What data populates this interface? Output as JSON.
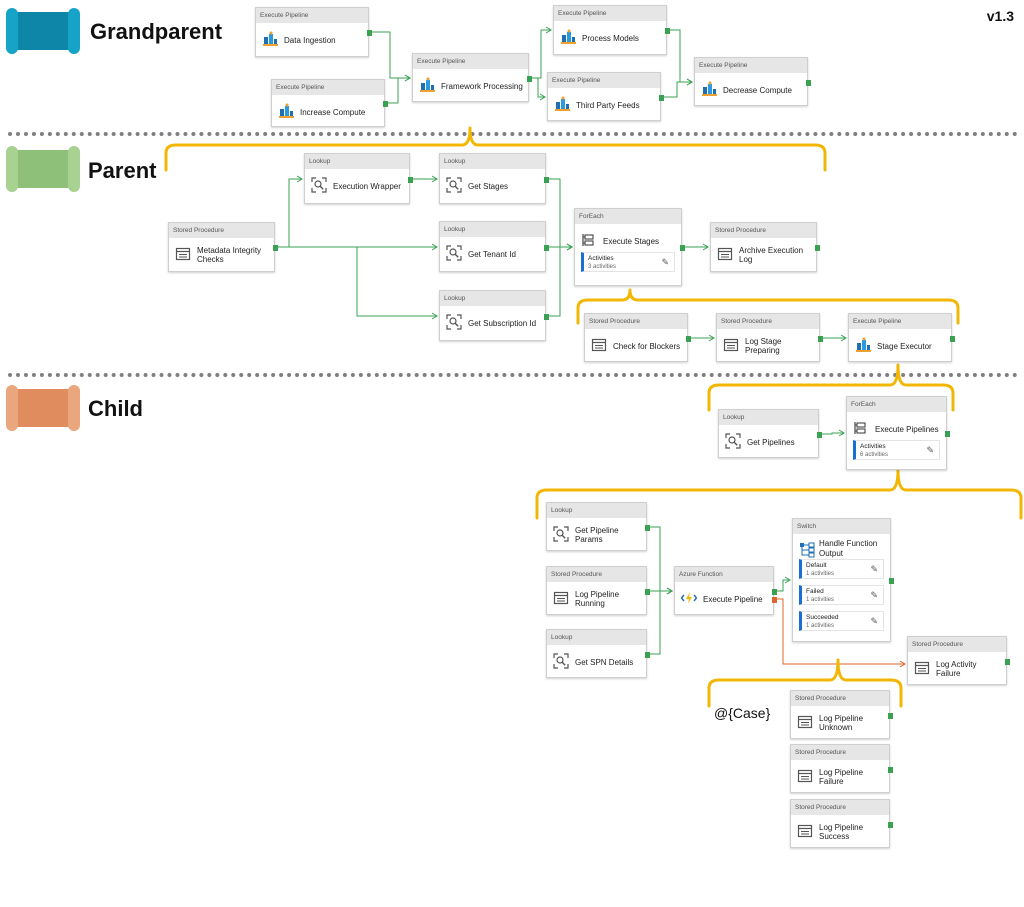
{
  "version": "v1.3",
  "levels": {
    "grandparent": "Grandparent",
    "parent": "Parent",
    "child": "Child"
  },
  "colors": {
    "grandparent": "#0e86a8",
    "parent": "#8fc07a",
    "child": "#e08c5e",
    "brace": "#f2b705",
    "edge": "#3aa153",
    "fail_edge": "#e0652a"
  },
  "case_label": "@{Case}",
  "activities": [
    {
      "id": "data-ingestion",
      "type": "Execute Pipeline",
      "name": "Data Ingestion",
      "icon": "pipeline-icon"
    },
    {
      "id": "increase-compute",
      "type": "Execute Pipeline",
      "name": "Increase Compute",
      "icon": "pipeline-icon"
    },
    {
      "id": "framework-processing",
      "type": "Execute Pipeline",
      "name": "Framework Processing",
      "icon": "pipeline-icon"
    },
    {
      "id": "process-models",
      "type": "Execute Pipeline",
      "name": "Process Models",
      "icon": "pipeline-icon"
    },
    {
      "id": "third-party-feeds",
      "type": "Execute Pipeline",
      "name": "Third Party Feeds",
      "icon": "pipeline-icon"
    },
    {
      "id": "decrease-compute",
      "type": "Execute Pipeline",
      "name": "Decrease Compute",
      "icon": "pipeline-icon"
    },
    {
      "id": "metadata-integrity-checks",
      "type": "Stored Procedure",
      "name": "Metadata Integrity Checks",
      "icon": "stored-procedure-icon"
    },
    {
      "id": "execution-wrapper",
      "type": "Lookup",
      "name": "Execution Wrapper",
      "icon": "lookup-icon"
    },
    {
      "id": "get-stages",
      "type": "Lookup",
      "name": "Get Stages",
      "icon": "lookup-icon"
    },
    {
      "id": "get-tenant-id",
      "type": "Lookup",
      "name": "Get Tenant Id",
      "icon": "lookup-icon"
    },
    {
      "id": "get-subscription-id",
      "type": "Lookup",
      "name": "Get Subscription Id",
      "icon": "lookup-icon"
    },
    {
      "id": "execute-stages",
      "type": "ForEach",
      "name": "Execute Stages",
      "icon": "foreach-icon",
      "sub": [
        {
          "title": "Activities",
          "count": "3 activities"
        }
      ]
    },
    {
      "id": "archive-execution-log",
      "type": "Stored Procedure",
      "name": "Archive Execution Log",
      "icon": "stored-procedure-icon"
    },
    {
      "id": "check-for-blockers",
      "type": "Stored Procedure",
      "name": "Check for Blockers",
      "icon": "stored-procedure-icon"
    },
    {
      "id": "log-stage-preparing",
      "type": "Stored Procedure",
      "name": "Log Stage Preparing",
      "icon": "stored-procedure-icon"
    },
    {
      "id": "stage-executor",
      "type": "Execute Pipeline",
      "name": "Stage Executor",
      "icon": "pipeline-icon"
    },
    {
      "id": "get-pipelines",
      "type": "Lookup",
      "name": "Get Pipelines",
      "icon": "lookup-icon"
    },
    {
      "id": "execute-pipelines",
      "type": "ForEach",
      "name": "Execute Pipelines",
      "icon": "foreach-icon",
      "sub": [
        {
          "title": "Activities",
          "count": "6 activities"
        }
      ]
    },
    {
      "id": "get-pipeline-params",
      "type": "Lookup",
      "name": "Get Pipeline Params",
      "icon": "lookup-icon"
    },
    {
      "id": "log-pipeline-running",
      "type": "Stored Procedure",
      "name": "Log Pipeline Running",
      "icon": "stored-procedure-icon"
    },
    {
      "id": "get-spn-details",
      "type": "Lookup",
      "name": "Get SPN Details",
      "icon": "lookup-icon"
    },
    {
      "id": "execute-pipeline",
      "type": "Azure Function",
      "name": "Execute Pipeline",
      "icon": "azure-function-icon"
    },
    {
      "id": "handle-function-output",
      "type": "Switch",
      "name": "Handle Function Output",
      "icon": "switch-icon",
      "sub": [
        {
          "title": "Default",
          "count": "1 activities"
        },
        {
          "title": "Failed",
          "count": "1 activities"
        },
        {
          "title": "Succeeded",
          "count": "1 activities"
        }
      ]
    },
    {
      "id": "log-activity-failure",
      "type": "Stored Procedure",
      "name": "Log Activity Failure",
      "icon": "stored-procedure-icon"
    },
    {
      "id": "log-pipeline-unknown",
      "type": "Stored Procedure",
      "name": "Log Pipeline Unknown",
      "icon": "stored-procedure-icon"
    },
    {
      "id": "log-pipeline-failure",
      "type": "Stored Procedure",
      "name": "Log Pipeline Failure",
      "icon": "stored-procedure-icon"
    },
    {
      "id": "log-pipeline-success",
      "type": "Stored Procedure",
      "name": "Log Pipeline Success",
      "icon": "stored-procedure-icon"
    }
  ],
  "edges": [
    {
      "from": "data-ingestion",
      "to": "framework-processing",
      "status": "success"
    },
    {
      "from": "increase-compute",
      "to": "framework-processing",
      "status": "success"
    },
    {
      "from": "framework-processing",
      "to": "process-models",
      "status": "success"
    },
    {
      "from": "framework-processing",
      "to": "third-party-feeds",
      "status": "success"
    },
    {
      "from": "process-models",
      "to": "decrease-compute",
      "status": "success"
    },
    {
      "from": "third-party-feeds",
      "to": "decrease-compute",
      "status": "success"
    },
    {
      "from": "metadata-integrity-checks",
      "to": "execution-wrapper",
      "status": "success"
    },
    {
      "from": "metadata-integrity-checks",
      "to": "get-tenant-id",
      "status": "success"
    },
    {
      "from": "metadata-integrity-checks",
      "to": "get-subscription-id",
      "status": "success"
    },
    {
      "from": "execution-wrapper",
      "to": "get-stages",
      "status": "success"
    },
    {
      "from": "get-stages",
      "to": "execute-stages",
      "status": "success"
    },
    {
      "from": "get-tenant-id",
      "to": "execute-stages",
      "status": "success"
    },
    {
      "from": "get-subscription-id",
      "to": "execute-stages",
      "status": "success"
    },
    {
      "from": "execute-stages",
      "to": "archive-execution-log",
      "status": "success"
    },
    {
      "from": "check-for-blockers",
      "to": "log-stage-preparing",
      "status": "success"
    },
    {
      "from": "log-stage-preparing",
      "to": "stage-executor",
      "status": "success"
    },
    {
      "from": "get-pipelines",
      "to": "execute-pipelines",
      "status": "success"
    },
    {
      "from": "get-pipeline-params",
      "to": "execute-pipeline",
      "status": "success"
    },
    {
      "from": "log-pipeline-running",
      "to": "execute-pipeline",
      "status": "success"
    },
    {
      "from": "get-spn-details",
      "to": "execute-pipeline",
      "status": "success"
    },
    {
      "from": "execute-pipeline",
      "to": "handle-function-output",
      "status": "success"
    },
    {
      "from": "execute-pipeline",
      "to": "log-activity-failure",
      "status": "failure"
    }
  ]
}
